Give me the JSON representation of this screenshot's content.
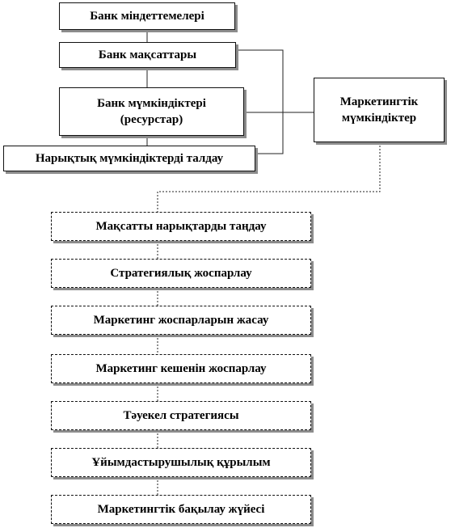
{
  "diagram": {
    "top_blocks": {
      "missions": "Банк міндеттемелері",
      "goals": "Банк мақсаттары",
      "capabilities_line1": "Банк мүмкіндіктері",
      "capabilities_line2": "(ресурстар)",
      "market_analysis": "Нарықтық мүмкіндіктерді талдау"
    },
    "side_block": {
      "line1": "Маркетингтік",
      "line2": "мүмкіндіктер"
    },
    "steps": [
      "Мақсатты нарықтарды таңдау",
      "Стратегиялық жоспарлау",
      "Маркетинг жоспарларын жасау",
      "Маркетинг кешенін жоспарлау",
      "Тәуекел стратегиясы",
      "Ұйымдастырушылық құрылым",
      "Маркетингтік бақылау жүйесі"
    ]
  }
}
